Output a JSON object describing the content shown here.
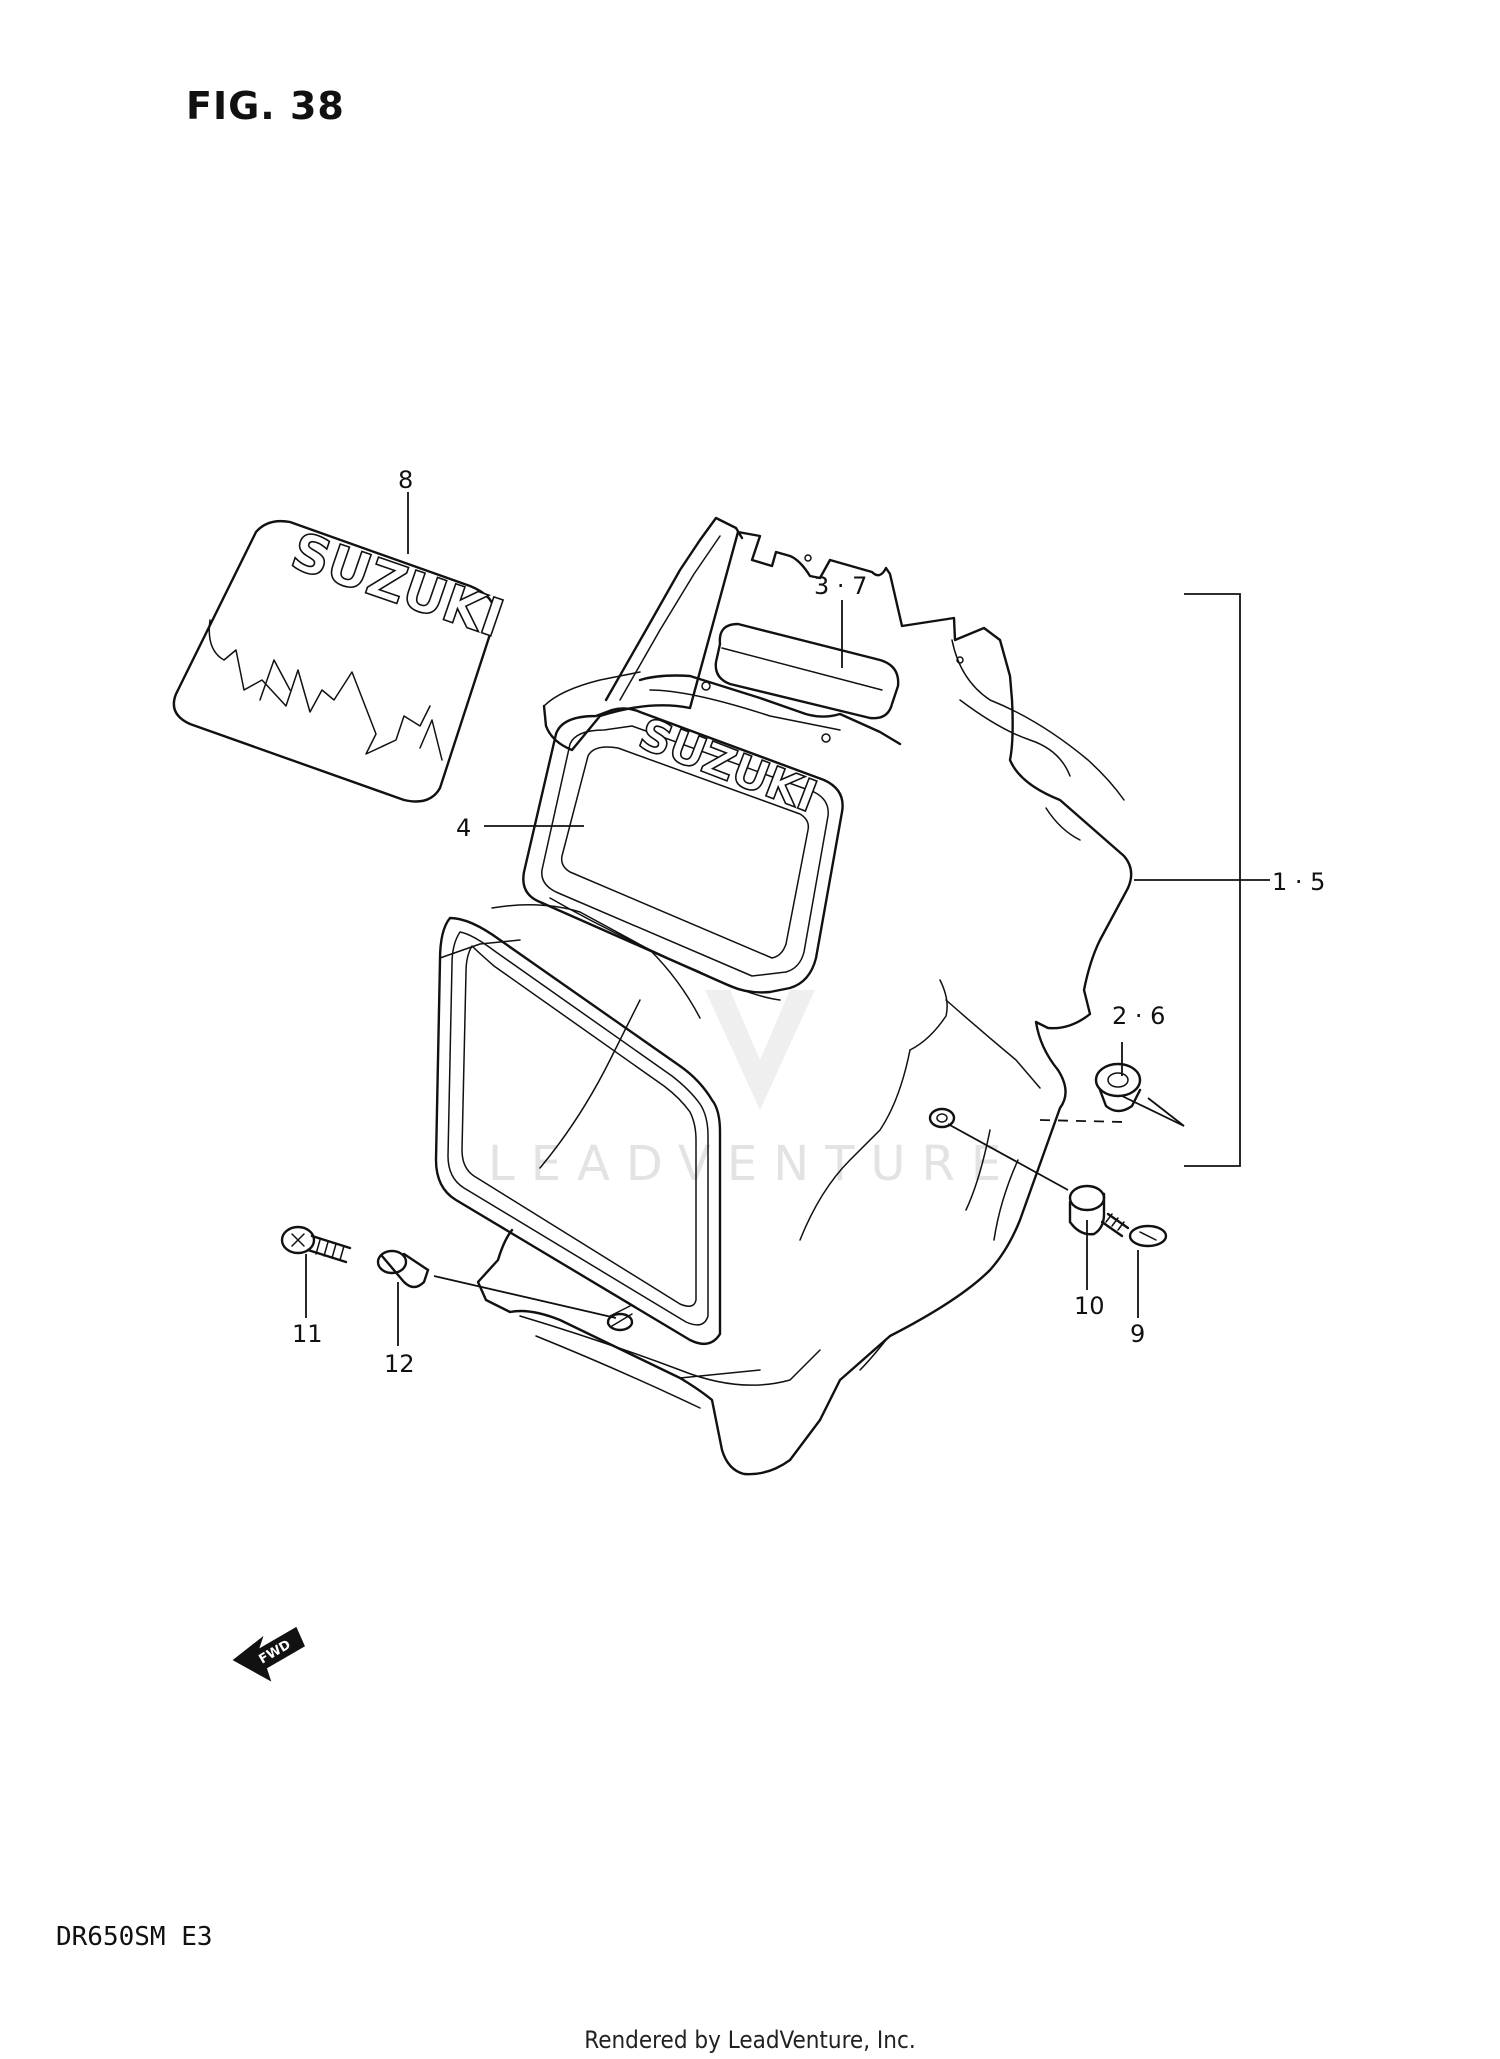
{
  "figure": {
    "title": "FIG. 38",
    "model_code": "DR650SM  E3",
    "footer": "Rendered by LeadVenture, Inc."
  },
  "callouts": {
    "c8": "8",
    "c3_7": "3 · 7",
    "c4": "4",
    "c1_5": "1 · 5",
    "c2_6": "2 · 6",
    "c10": "10",
    "c9": "9",
    "c11": "11",
    "c12": "12"
  },
  "decal_text": {
    "decal_logo": "SUZUKI",
    "cowl_logo": "SUZUKI",
    "fwd_arrow": "FWD"
  },
  "watermark": {
    "text": "LEADVENTURE"
  },
  "colors": {
    "line": "#111111",
    "background": "#ffffff",
    "watermark": "#e3e3e3"
  }
}
